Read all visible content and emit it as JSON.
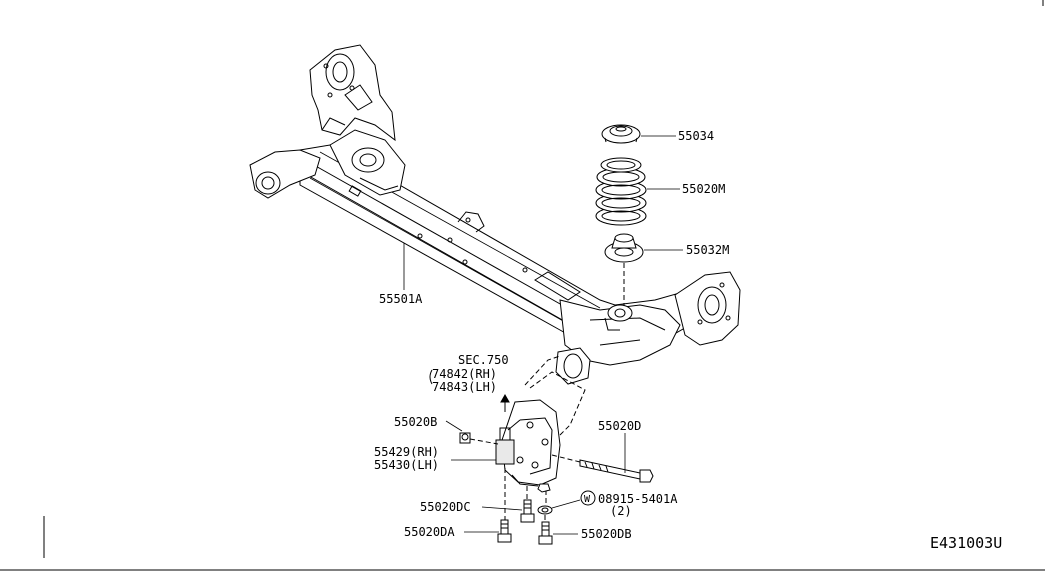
{
  "diagram": {
    "parts": [
      {
        "id": "axle-beam",
        "label": "55501A"
      },
      {
        "id": "spring-upper-seat",
        "label": "55034"
      },
      {
        "id": "coil-spring",
        "label": "55020M"
      },
      {
        "id": "spring-lower-seat",
        "label": "55032M"
      },
      {
        "id": "bracket",
        "label_rh": "55429(RH)",
        "label_lh": "55430(LH)"
      },
      {
        "id": "nut",
        "label": "55020B"
      },
      {
        "id": "through-bolt",
        "label": "55020D"
      },
      {
        "id": "bolt-dc",
        "label": "55020DC"
      },
      {
        "id": "bolt-da",
        "label": "55020DA"
      },
      {
        "id": "bolt-db",
        "label": "55020DB"
      },
      {
        "id": "washer",
        "label": "08915-5401A",
        "qty": "(2)",
        "symbol": "W"
      }
    ],
    "section_ref": {
      "sec": "SEC.750",
      "rh": "74842(RH)",
      "lh": "74843(LH)"
    },
    "figure_code": "E431003U"
  }
}
